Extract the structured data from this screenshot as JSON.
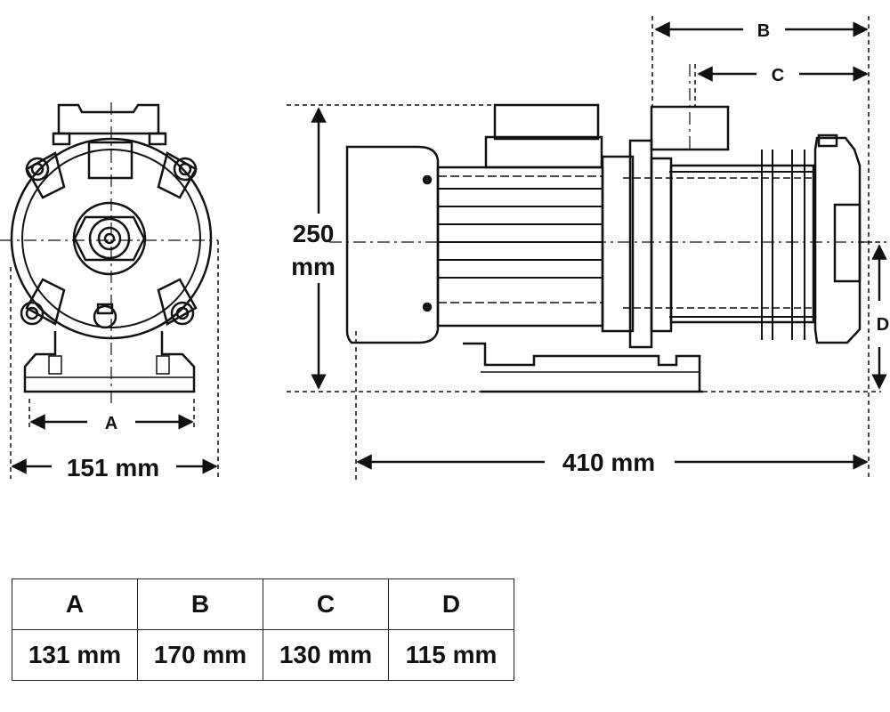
{
  "front_view": {
    "dim_a_label": "A",
    "width_label": "151 mm"
  },
  "side_view": {
    "dim_b_label": "B",
    "dim_c_label": "C",
    "dim_d_label": "D",
    "height_value": "250",
    "height_unit": "mm",
    "length_label": "410 mm"
  },
  "table": {
    "headers": [
      "A",
      "B",
      "C",
      "D"
    ],
    "values": [
      "131 mm",
      "170 mm",
      "130 mm",
      "115 mm"
    ]
  }
}
